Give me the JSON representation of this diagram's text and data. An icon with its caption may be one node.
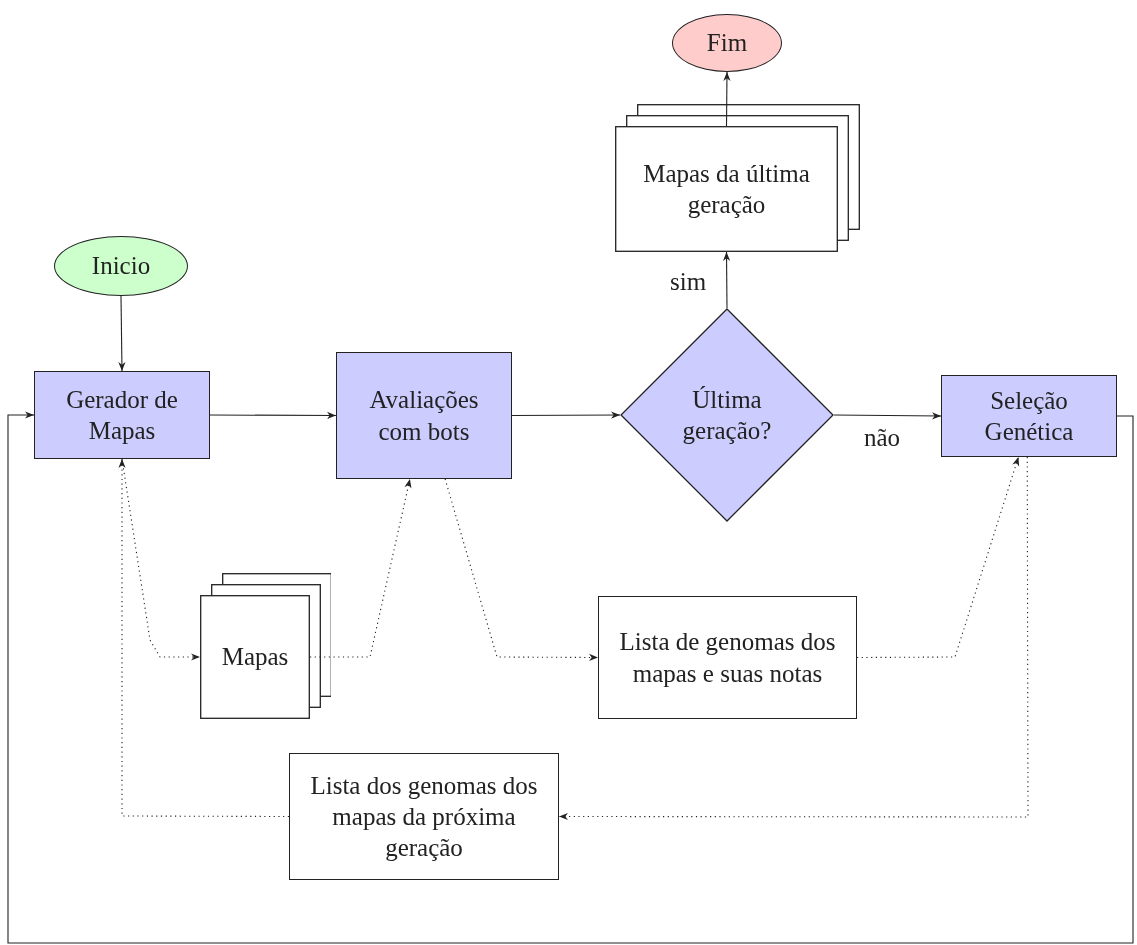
{
  "diagram": {
    "nodes": [
      {
        "text": [
          "Inicio"
        ]
      },
      {
        "text": [
          "Gerador de Mapas"
        ]
      },
      {
        "text": [
          "Avaliações com bots"
        ]
      },
      {
        "text": [
          "Última geração?"
        ]
      },
      {
        "text": [
          "Seleção Genética"
        ]
      },
      {
        "text": [
          "Mapas da última geração"
        ]
      },
      {
        "text": [
          "Fim"
        ]
      },
      {
        "text": [
          "Mapas"
        ]
      },
      {
        "text": [
          "Lista de genomas dos mapas e suas notas"
        ]
      },
      {
        "text": [
          "Lista dos genomas dos mapas da próxima geração"
        ]
      }
    ],
    "edges": [
      {
        "from": 0,
        "to": 1,
        "arrow": "to"
      },
      {
        "from": 1,
        "to": 2,
        "arrow": "to"
      },
      {
        "from": 2,
        "to": 3,
        "arrow": "to"
      },
      {
        "from": 3,
        "to": 5,
        "arrow": "to",
        "label": "sim"
      },
      {
        "from": 5,
        "to": 6,
        "arrow": "to"
      },
      {
        "from": 3,
        "to": 4,
        "arrow": "to",
        "label": "não"
      },
      {
        "from": 4,
        "to": 1,
        "arrow": "to"
      },
      {
        "from": 1,
        "to": 7,
        "arrow": "to",
        "style": "dashed"
      },
      {
        "from": 7,
        "to": 2,
        "arrow": "to",
        "style": "dashed"
      },
      {
        "from": 2,
        "to": 8,
        "arrow": "to",
        "style": "dashed"
      },
      {
        "from": 8,
        "to": 4,
        "arrow": "to",
        "style": "dashed"
      },
      {
        "from": 4,
        "to": 9,
        "arrow": "to",
        "style": "dashed"
      },
      {
        "from": 9,
        "to": 1,
        "arrow": "to",
        "style": "dashed"
      }
    ]
  }
}
